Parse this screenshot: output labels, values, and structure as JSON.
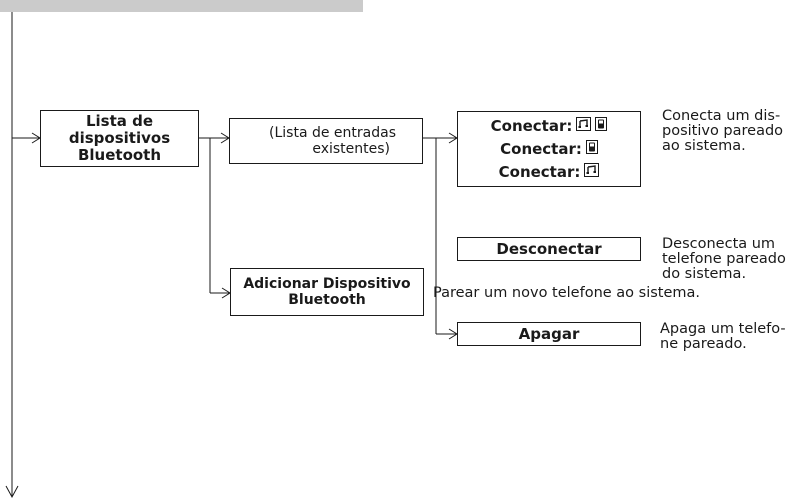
{
  "boxes": {
    "device_list": {
      "lines": [
        "Lista de",
        "dispositivos",
        "Bluetooth"
      ]
    },
    "entries": {
      "lines": [
        "(Lista de entradas",
        "existentes)"
      ]
    },
    "connect": {
      "labels": [
        "Conectar:",
        "Conectar:",
        "Conectar:"
      ],
      "icons": [
        [
          "music-icon",
          "phone-icon"
        ],
        [
          "phone-icon"
        ],
        [
          "music-icon"
        ]
      ]
    },
    "disconnect": {
      "label": "Desconectar"
    },
    "delete": {
      "label": "Apagar"
    },
    "add_device": {
      "lines": [
        "Adicionar Dispositivo",
        "Bluetooth"
      ]
    }
  },
  "descriptions": {
    "connect": [
      "Conecta um dis-",
      "positivo pareado",
      "ao sistema."
    ],
    "disconnect": [
      "Desconecta um",
      "telefone pareado",
      "do sistema."
    ],
    "delete": [
      "Apaga um telefo-",
      "ne pareado."
    ],
    "add_device": "Parear um novo telefone ao sistema."
  }
}
